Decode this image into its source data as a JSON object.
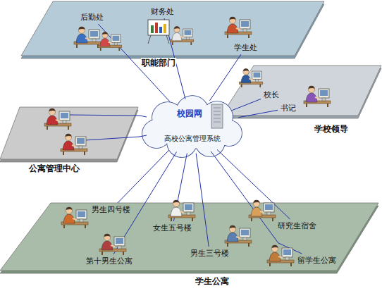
{
  "diagram": {
    "nodes": [
      {
        "text": [
          "职能部门"
        ]
      },
      {
        "text": [
          "后勤处"
        ],
        "in": 0
      },
      {
        "text": [
          "财务处"
        ],
        "in": 0
      },
      {
        "text": [
          "学生处"
        ],
        "in": 0
      },
      {
        "text": [
          "学校领导"
        ]
      },
      {
        "text": [
          "校长"
        ],
        "in": 4
      },
      {
        "text": [
          "书记"
        ],
        "in": 4
      },
      {
        "text": [
          "公寓管理中心"
        ]
      },
      {
        "text": [
          "校园网",
          "高校公寓管理系统"
        ]
      },
      {
        "text": [
          "学生公寓"
        ]
      },
      {
        "text": [
          "男生四号楼"
        ],
        "in": 9
      },
      {
        "text": [
          "女生五号楼"
        ],
        "in": 9
      },
      {
        "text": [
          "研究生宿舍"
        ],
        "in": 9
      },
      {
        "text": [
          "第十男生公寓"
        ],
        "in": 9
      },
      {
        "text": [
          "男生三号楼"
        ],
        "in": 9
      },
      {
        "text": [
          "留学生公寓"
        ],
        "in": 9
      }
    ],
    "edges": [
      {
        "from": 8,
        "to": 1,
        "arrow": "none"
      },
      {
        "from": 8,
        "to": 2,
        "arrow": "none"
      },
      {
        "from": 8,
        "to": 3,
        "arrow": "none"
      },
      {
        "from": 8,
        "to": 5,
        "arrow": "none"
      },
      {
        "from": 8,
        "to": 6,
        "arrow": "none"
      },
      {
        "from": 8,
        "to": 7,
        "arrow": "none"
      },
      {
        "from": 8,
        "to": 7,
        "arrow": "none"
      },
      {
        "from": 8,
        "to": 10,
        "arrow": "none"
      },
      {
        "from": 8,
        "to": 11,
        "arrow": "none"
      },
      {
        "from": 8,
        "to": 12,
        "arrow": "none"
      },
      {
        "from": 8,
        "to": 13,
        "arrow": "none"
      },
      {
        "from": 8,
        "to": 14,
        "arrow": "none"
      },
      {
        "from": 8,
        "to": 15,
        "arrow": "none"
      }
    ]
  }
}
